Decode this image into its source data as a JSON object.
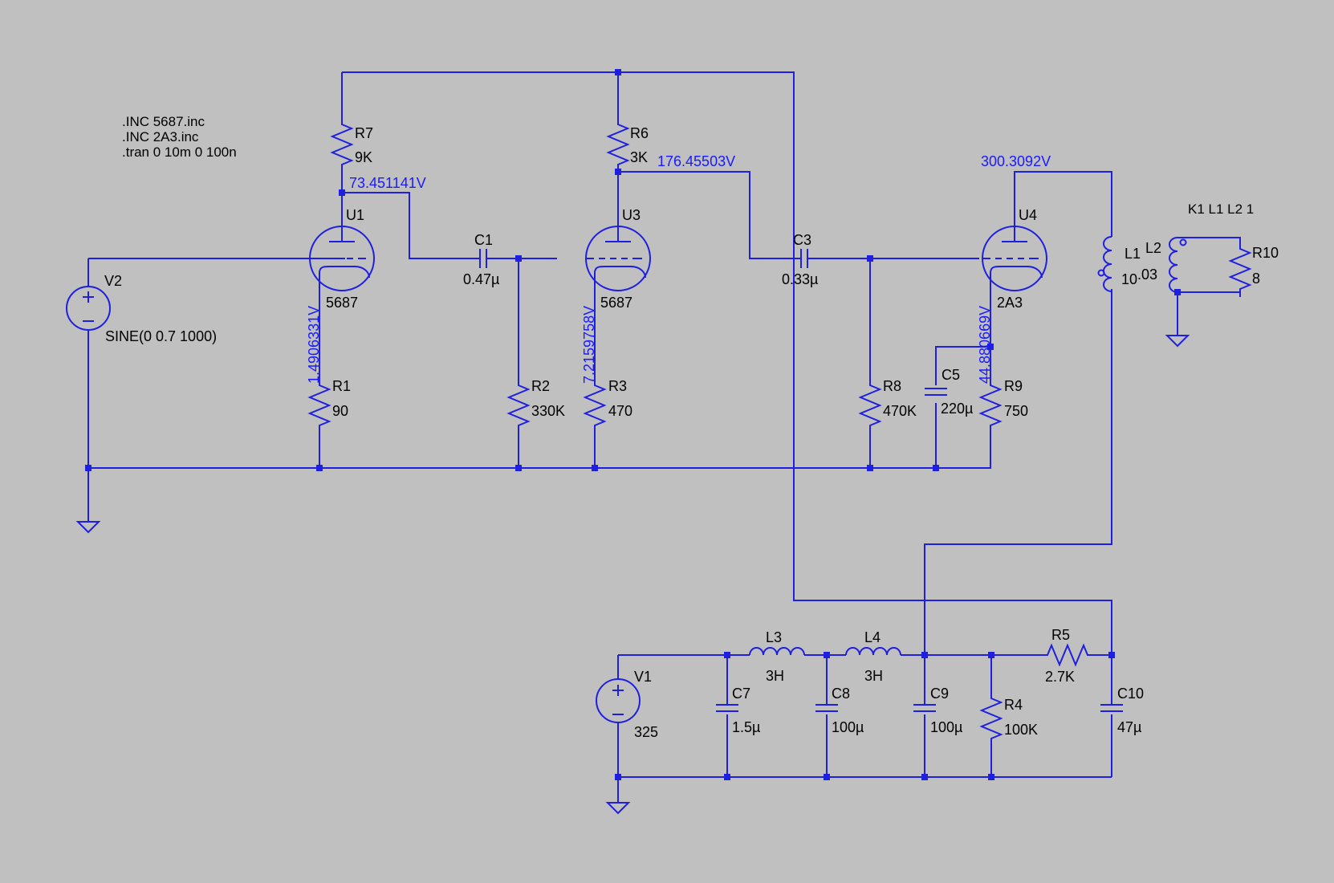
{
  "directives": [
    ".INC 5687.inc",
    ".INC 2A3.inc",
    ".tran 0 10m 0 100n"
  ],
  "coupling": "K1 L1 L2 1",
  "voltages": {
    "u1_plate": "73.451141V",
    "u3_plate": "176.45503V",
    "u4_plate": "300.3092V",
    "u1_cathode": "1.4906331V",
    "u3_cathode": "7.2159758V",
    "u4_cathode": "44.880669V"
  },
  "components": {
    "R7": {
      "name": "R7",
      "value": "9K"
    },
    "R6": {
      "name": "R6",
      "value": "3K"
    },
    "R1": {
      "name": "R1",
      "value": "90"
    },
    "R2": {
      "name": "R2",
      "value": "330K"
    },
    "R3": {
      "name": "R3",
      "value": "470"
    },
    "R8": {
      "name": "R8",
      "value": "470K"
    },
    "R9": {
      "name": "R9",
      "value": "750"
    },
    "R10": {
      "name": "R10",
      "value": "8"
    },
    "R4": {
      "name": "R4",
      "value": "100K"
    },
    "R5": {
      "name": "R5",
      "value": "2.7K"
    },
    "C1": {
      "name": "C1",
      "value": "0.47µ"
    },
    "C3": {
      "name": "C3",
      "value": "0.33µ"
    },
    "C5": {
      "name": "C5",
      "value": "220µ"
    },
    "C7": {
      "name": "C7",
      "value": "1.5µ"
    },
    "C8": {
      "name": "C8",
      "value": "100µ"
    },
    "C9": {
      "name": "C9",
      "value": "100µ"
    },
    "C10": {
      "name": "C10",
      "value": "47µ"
    },
    "L1": {
      "name": "L1",
      "value": "10"
    },
    "L2": {
      "name": "L2",
      "value": ".03"
    },
    "L3": {
      "name": "L3",
      "value": "3H"
    },
    "L4": {
      "name": "L4",
      "value": "3H"
    },
    "U1": {
      "name": "U1",
      "value": "5687"
    },
    "U3": {
      "name": "U3",
      "value": "5687"
    },
    "U4": {
      "name": "U4",
      "value": "2A3"
    },
    "V1": {
      "name": "V1",
      "value": "325"
    },
    "V2": {
      "name": "V2",
      "value": "SINE(0 0.7 1000)"
    }
  }
}
